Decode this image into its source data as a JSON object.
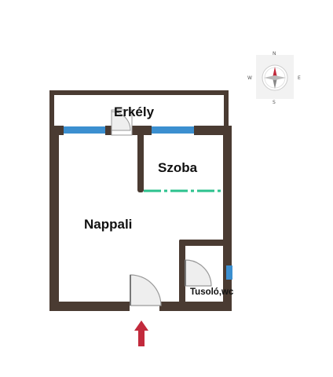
{
  "rooms": {
    "balcony": "Erkély",
    "bedroom": "Szoba",
    "living": "Nappali",
    "bathroom": "Tusoló,wc"
  },
  "compass": {
    "north": "N",
    "east": "E",
    "south": "S",
    "west": "W"
  },
  "colors": {
    "wall": "#4a3b32",
    "window": "#3b8fd0",
    "partition": "#2cc28e",
    "entrance_arrow": "#c22a3c",
    "door": "#999999"
  },
  "icons": {
    "entrance": "entrance-arrow-icon",
    "compass": "compass-icon"
  }
}
